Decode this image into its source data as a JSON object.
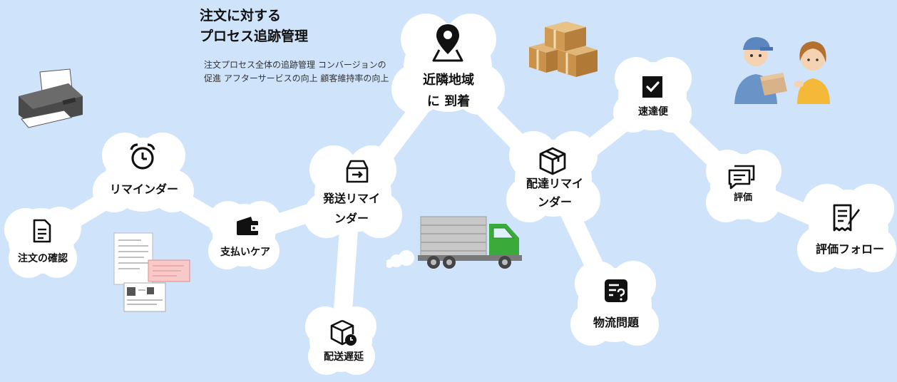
{
  "title_lines": [
    "注文に対する",
    "プロセス追跡管理"
  ],
  "description": "注文プロセス全体の追跡管理 コンバージョンの促進 アフターサービスの向上 顧客維持率の向上",
  "nodes": {
    "order_confirm": {
      "label": "注文の確認",
      "icon": "document-icon"
    },
    "reminder": {
      "label": "リマインダー",
      "icon": "alarm-clock-icon"
    },
    "payment_care": {
      "label": "支払いケア",
      "icon": "wallet-icon"
    },
    "ship_reminder": {
      "label_lines": [
        "発送リマイ",
        "ンダー"
      ],
      "icon": "shipping-box-icon"
    },
    "ship_delay": {
      "label": "配送遅延",
      "icon": "box-clock-icon"
    },
    "arrival": {
      "label_lines": [
        "近隣地域",
        "に 到着"
      ],
      "icon": "map-pin-icon"
    },
    "delivery_reminder": {
      "label_lines": [
        "配達リマイ",
        "ンダー"
      ],
      "icon": "package-icon"
    },
    "logistics_issue": {
      "label": "物流問題",
      "icon": "question-doc-icon"
    },
    "express": {
      "label": "速達便",
      "icon": "checkbox-icon"
    },
    "review": {
      "label": "評価",
      "icon": "chat-icon"
    },
    "review_follow": {
      "label": "評価フォロー",
      "icon": "edit-doc-icon"
    }
  },
  "illustrations": [
    "printer-icon",
    "invoice-papers-icon",
    "cardboard-boxes-icon",
    "truck-icon",
    "delivery-person-icon"
  ],
  "colors": {
    "background": "#cfe3fb",
    "cloud": "#ffffff",
    "text": "#111111",
    "truck_cab": "#3aaa3a"
  }
}
